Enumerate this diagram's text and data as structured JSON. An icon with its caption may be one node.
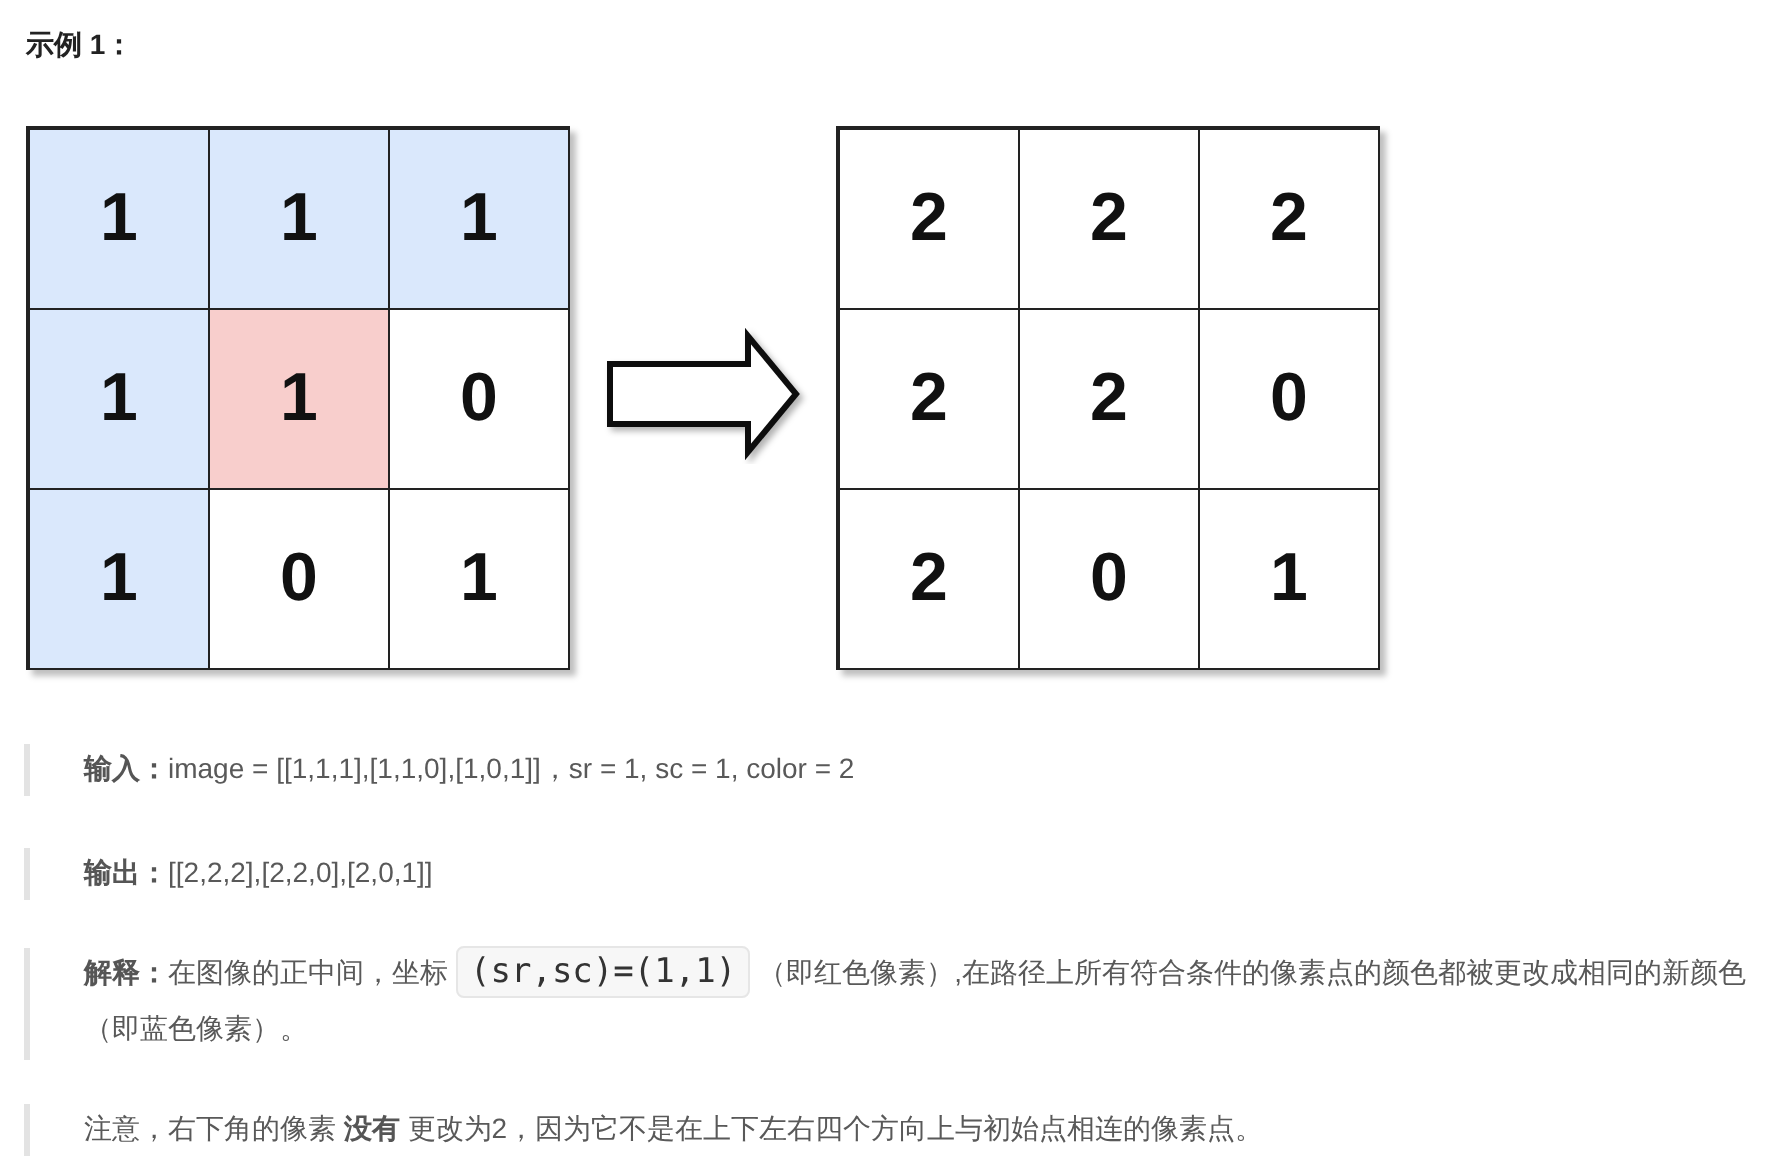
{
  "diagram": {
    "title": "示例 1：",
    "nodes": [
      {
        "text": [],
        "shape": "box"
      },
      {
        "text": [
          "1"
        ],
        "in": 0
      },
      {
        "text": [
          "1"
        ],
        "in": 0
      },
      {
        "text": [
          "1"
        ],
        "in": 0
      },
      {
        "text": [
          "1"
        ],
        "in": 0
      },
      {
        "text": [
          "1"
        ],
        "in": 0
      },
      {
        "text": [
          "0"
        ],
        "in": 0
      },
      {
        "text": [
          "1"
        ],
        "in": 0
      },
      {
        "text": [
          "0"
        ],
        "in": 0
      },
      {
        "text": [
          "1"
        ],
        "in": 0
      },
      {
        "text": [],
        "shape": "box"
      },
      {
        "text": [
          "2"
        ],
        "in": 10
      },
      {
        "text": [
          "2"
        ],
        "in": 10
      },
      {
        "text": [
          "2"
        ],
        "in": 10
      },
      {
        "text": [
          "2"
        ],
        "in": 10
      },
      {
        "text": [
          "2"
        ],
        "in": 10
      },
      {
        "text": [
          "0"
        ],
        "in": 10
      },
      {
        "text": [
          "2"
        ],
        "in": 10
      },
      {
        "text": [
          "0"
        ],
        "in": 10
      },
      {
        "text": [
          "1"
        ],
        "in": 10
      }
    ],
    "edges": [
      {
        "from": 0,
        "to": 10,
        "arrow": "to"
      }
    ],
    "labels": [
      "**输入：**image = [[1,1,1],[1,1,0],[1,0,1]]，sr = 1, sc = 1, color = 2",
      "**输出：**[[2,2,2],[2,2,0],[2,0,1]]",
      "**解释：**在图像的正中间，坐标",
      "(sr,sc)=(1,1)",
      "（即红色像素）,在路径上所有符合条件的像素点的颜色都被更改成相同的新颜色（即蓝色像素）。",
      "注意，右下角的像素 **没有** 更改为2，因为它不是在上下左右四个方向上与初始点相连的像素点。"
    ]
  }
}
